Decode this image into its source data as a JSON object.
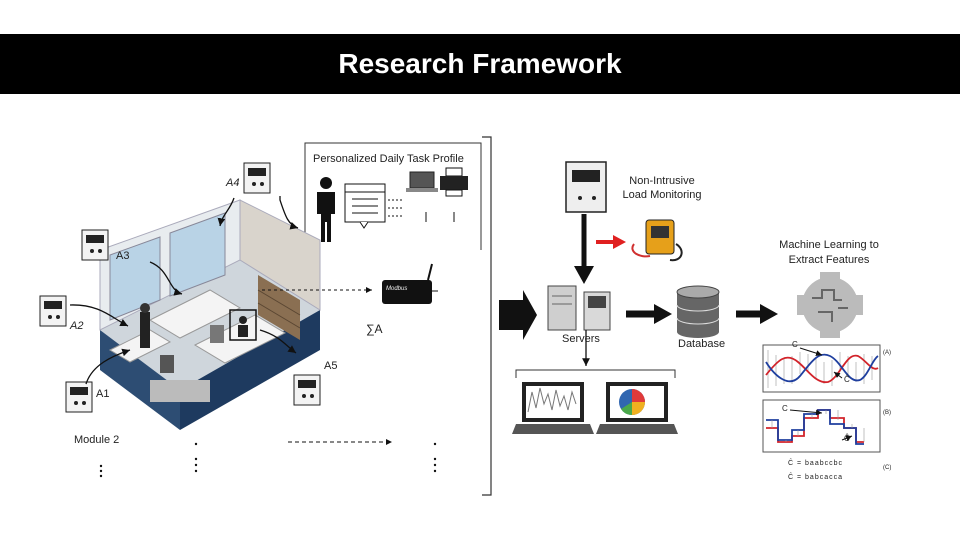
{
  "title": "Research Framework",
  "left_panel": {
    "profile_title": "Personalized Daily Task Profile",
    "meters": [
      "A4",
      "A3",
      "A2",
      "A1",
      "A5"
    ],
    "sum_label": "∑A",
    "gateway_label": "Modbus",
    "module_label": "Module 2"
  },
  "right_panel": {
    "nilm_label": "Non-Intrusive\nLoad Monitoring",
    "ml_label": "Machine Learning  to\nExtract Features",
    "servers_label": "Servers",
    "database_label": "Database",
    "plot_symbols": [
      "C",
      "Ĉ",
      "C",
      "Ĉ"
    ],
    "plot_tags": [
      "(A)",
      "(B)",
      "(C)"
    ],
    "sax_lines": [
      "Ĉ = baabccbc",
      "Ĉ = babcacca"
    ]
  },
  "colors": {
    "title_bg": "#000000",
    "title_fg": "#ffffff",
    "arrow": "#111111",
    "red_arrow": "#e02020",
    "room_floor": "#1e3a5f",
    "series_red": "#d2232a",
    "series_blue": "#1f3f9f"
  }
}
